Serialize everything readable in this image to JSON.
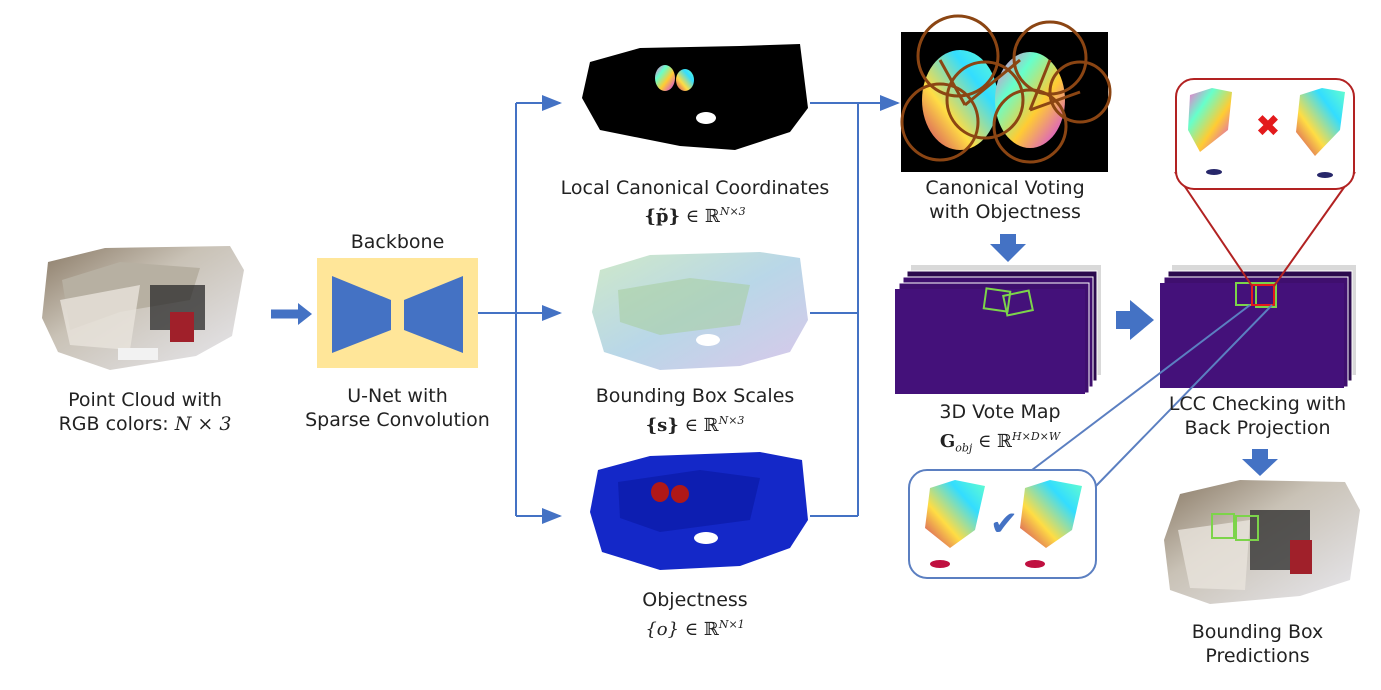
{
  "input": {
    "label_line1": "Point Cloud with",
    "label_line2_prefix": "RGB colors: ",
    "label_line2_math": "N × 3"
  },
  "backbone": {
    "title": "Backbone",
    "label_line1": "U-Net with",
    "label_line2": "Sparse Convolution"
  },
  "outputs": {
    "lcc": {
      "label": "Local Canonical Coordinates",
      "math_set": "{p̃}",
      "math_in": " ∈ ℝ",
      "math_sup": "N×3"
    },
    "scales": {
      "label": "Bounding Box Scales",
      "math_set": "{s}",
      "math_in": " ∈ ℝ",
      "math_sup": "N×3"
    },
    "objectness": {
      "label": "Objectness",
      "math_set": "{o}",
      "math_in": " ∈ ℝ",
      "math_sup": "N×1"
    }
  },
  "voting": {
    "label_line1": "Canonical Voting",
    "label_line2": "with Objectness"
  },
  "vote_map": {
    "label": "3D Vote Map",
    "math_g": "G",
    "math_sub": "obj",
    "math_in": " ∈ ℝ",
    "math_sup": "H×D×W"
  },
  "lcc_check": {
    "label_line1": "LCC Checking with",
    "label_line2": "Back Projection",
    "reject_symbol": "✖",
    "accept_symbol": "✔"
  },
  "predictions": {
    "label_line1": "Bounding Box",
    "label_line2": "Predictions"
  },
  "colors": {
    "arrow": "#4472c4",
    "backbone_bg": "#ffe699",
    "trapezoid": "#4472c4",
    "vote_map_bg": "#3f0f6e",
    "reject": "#e31a1c",
    "circle": "#8b4513",
    "zoom_box_red": "#b22222",
    "zoom_box_blue": "#5b7fc1",
    "detect_box": "#7cd44a"
  }
}
